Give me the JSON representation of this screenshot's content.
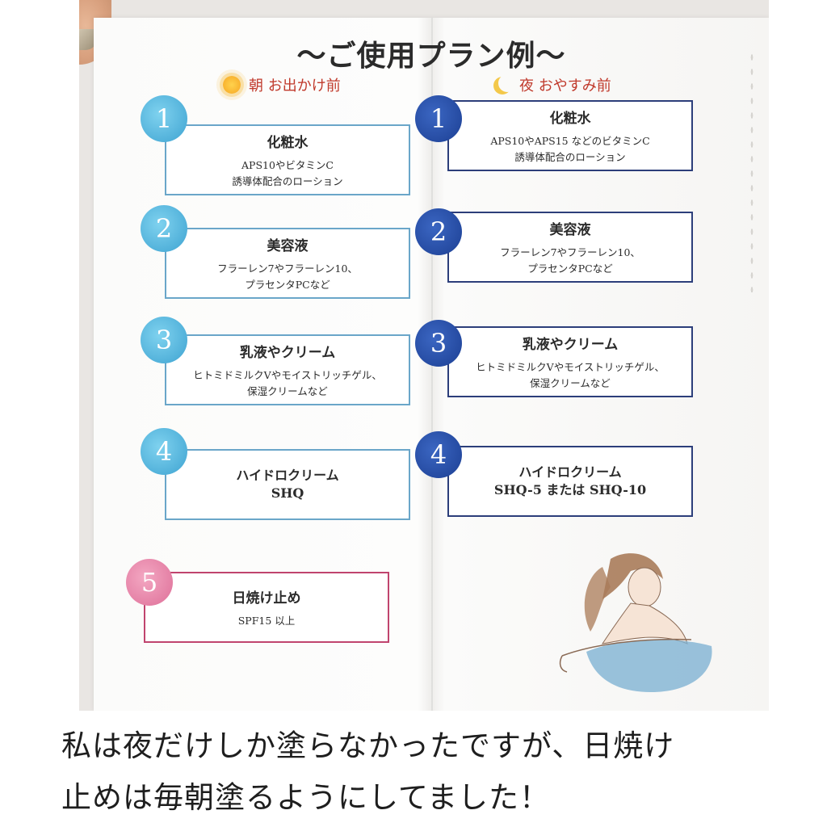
{
  "sheet": {
    "title": "〜ご使用プラン例〜",
    "morning_label": "朝 お出かけ前",
    "night_label": "夜 おやすみ前",
    "colors": {
      "day_badge": "#3ea3d1",
      "night_badge": "#1c3f93",
      "pink_badge": "#de6f98",
      "heading_red": "#c0392b"
    },
    "morning_steps": [
      {
        "num": "1",
        "title": "化粧水",
        "desc1": "APS10やビタミンC",
        "desc2": "誘導体配合のローション"
      },
      {
        "num": "2",
        "title": "美容液",
        "desc1": "フラーレン7やフラーレン10、",
        "desc2": "プラセンタPCなど"
      },
      {
        "num": "3",
        "title": "乳液やクリーム",
        "desc1": "ヒトミドミルクVやモイストリッチゲル、",
        "desc2": "保湿クリームなど"
      },
      {
        "num": "4",
        "title": "ハイドロクリーム",
        "title2": "SHQ"
      },
      {
        "num": "5",
        "title": "日焼け止め",
        "desc1": "SPF15 以上"
      }
    ],
    "night_steps": [
      {
        "num": "1",
        "title": "化粧水",
        "desc1": "APS10やAPS15 などのビタミンC",
        "desc2": "誘導体配合のローション"
      },
      {
        "num": "2",
        "title": "美容液",
        "desc1": "フラーレン7やフラーレン10、",
        "desc2": "プラセンタPCなど"
      },
      {
        "num": "3",
        "title": "乳液やクリーム",
        "desc1": "ヒトミドミルクVやモイストリッチゲル、",
        "desc2": "保湿クリームなど"
      },
      {
        "num": "4",
        "title": "ハイドロクリーム",
        "title2": "SHQ-5 または SHQ-10"
      }
    ]
  },
  "caption": {
    "line1": "私は夜だけしか塗らなかったですが、日焼け",
    "line2": "止めは毎朝塗るようにしてました！"
  }
}
